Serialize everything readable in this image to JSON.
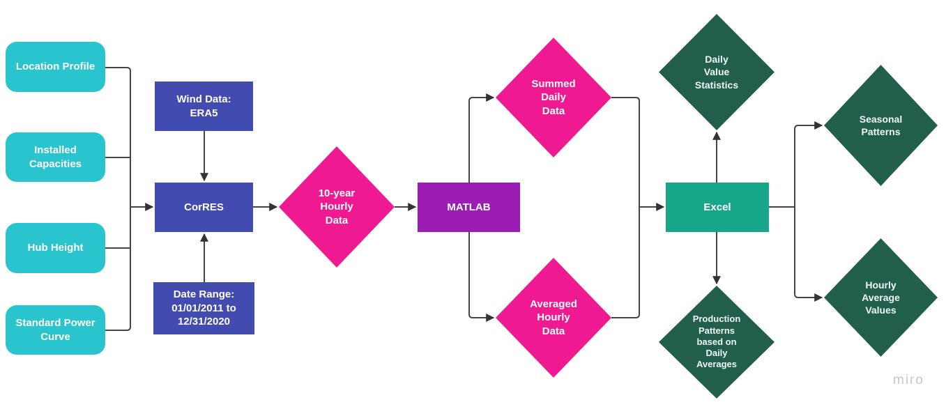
{
  "diagram": {
    "description_visible_text_only": true,
    "watermark": "miro"
  },
  "colors": {
    "background": "#FFFFFF",
    "input_box_cyan": "#2AC4CE",
    "config_box_indigo": "#424BB0",
    "data_diamond_pink": "#EF1A92",
    "matlab_box_purple": "#9C1DB4",
    "excel_box_teal": "#17A689",
    "output_diamond_green": "#215E4C",
    "connector_line": "#444444",
    "node_text": "#FFFFFF",
    "watermark_text": "#C6C8D0"
  },
  "nodes": {
    "location_profile": {
      "label": "Location Profile",
      "shape": "rounded-rect"
    },
    "installed_capacities": {
      "label": "Installed\nCapacities",
      "shape": "rounded-rect"
    },
    "hub_height": {
      "label": "Hub Height",
      "shape": "rounded-rect"
    },
    "standard_power_curve": {
      "label": "Standard Power\nCurve",
      "shape": "rounded-rect"
    },
    "wind_data": {
      "label": "Wind Data:\nERA5",
      "shape": "rect"
    },
    "corres": {
      "label": "CorRES",
      "shape": "rect"
    },
    "date_range": {
      "label": "Date Range:\n01/01/2011 to\n12/31/2020",
      "shape": "rect"
    },
    "ten_year_hourly_data": {
      "label": "10-year\nHourly\nData",
      "shape": "diamond"
    },
    "matlab": {
      "label": "MATLAB",
      "shape": "rect"
    },
    "summed_daily_data": {
      "label": "Summed\nDaily\nData",
      "shape": "diamond"
    },
    "averaged_hourly_data": {
      "label": "Averaged\nHourly\nData",
      "shape": "diamond"
    },
    "excel": {
      "label": "Excel",
      "shape": "rect"
    },
    "daily_value_statistics": {
      "label": "Daily\nValue\nStatistics",
      "shape": "diamond"
    },
    "production_patterns": {
      "label": "Production\nPatterns\nbased on\nDaily\nAverages",
      "shape": "diamond"
    },
    "seasonal_patterns": {
      "label": "Seasonal\nPatterns",
      "shape": "diamond"
    },
    "hourly_average_values": {
      "label": "Hourly\nAverage\nValues",
      "shape": "diamond"
    }
  },
  "edges": [
    [
      "location_profile",
      "corres"
    ],
    [
      "installed_capacities",
      "corres"
    ],
    [
      "hub_height",
      "corres"
    ],
    [
      "standard_power_curve",
      "corres"
    ],
    [
      "wind_data",
      "corres"
    ],
    [
      "date_range",
      "corres"
    ],
    [
      "corres",
      "ten_year_hourly_data"
    ],
    [
      "ten_year_hourly_data",
      "matlab"
    ],
    [
      "matlab",
      "summed_daily_data"
    ],
    [
      "matlab",
      "averaged_hourly_data"
    ],
    [
      "summed_daily_data",
      "excel"
    ],
    [
      "averaged_hourly_data",
      "excel"
    ],
    [
      "excel",
      "daily_value_statistics"
    ],
    [
      "excel",
      "production_patterns"
    ],
    [
      "excel",
      "seasonal_patterns"
    ],
    [
      "excel",
      "hourly_average_values"
    ]
  ],
  "watermark": "miro"
}
